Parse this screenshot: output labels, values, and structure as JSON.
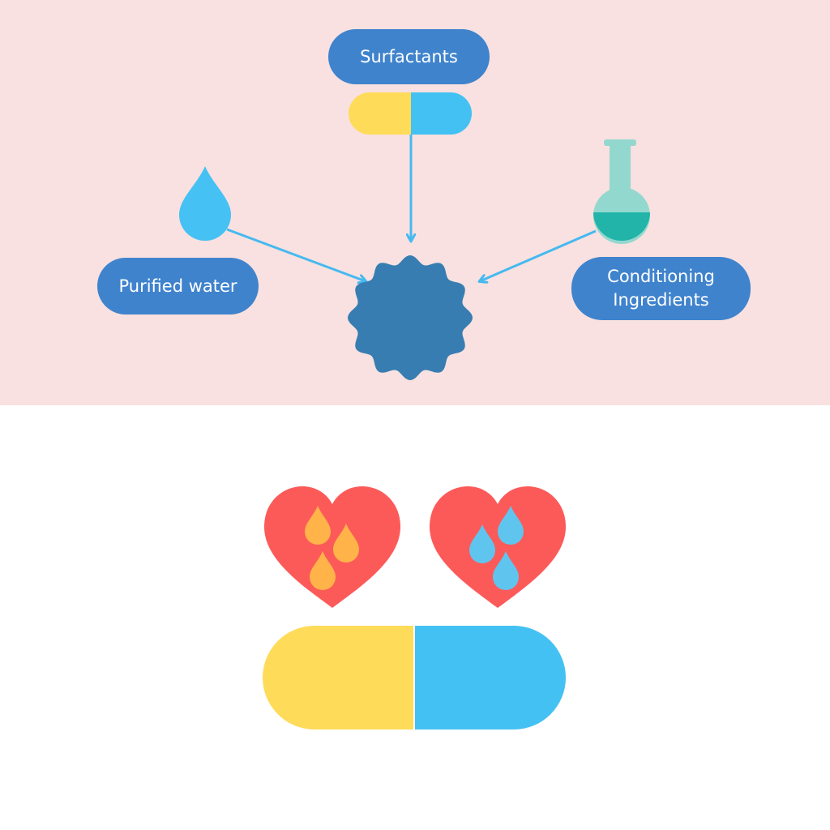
{
  "colors": {
    "top_background": "#f8e1e0",
    "bottom_background": "#ffffff",
    "label_fill": "#3f83cd",
    "arrow": "#46b9f0",
    "mixture": "#377db1",
    "capsule_yellow": "#ffdb5a",
    "capsule_blue": "#44c1f3",
    "water_drop": "#46c1f4",
    "flask_neck": "#93d8cf",
    "flask_liquid": "#22b3a9",
    "heart": "#fc5a59",
    "oil_drop": "#ffb349",
    "moisture_drop": "#5fc5ef"
  },
  "diagram": {
    "labels": {
      "surfactants": "Surfactants",
      "purified_water": "Purified water",
      "conditioning": "Conditioning\nIngredients"
    },
    "icons": {
      "surfactants": "capsule-icon",
      "purified_water": "water-drop-icon",
      "conditioning": "flask-icon",
      "result": "mixture-blob-icon"
    }
  },
  "bottom": {
    "icons": [
      "heart-oil-drops-icon",
      "heart-water-drops-icon",
      "capsule-icon"
    ]
  }
}
